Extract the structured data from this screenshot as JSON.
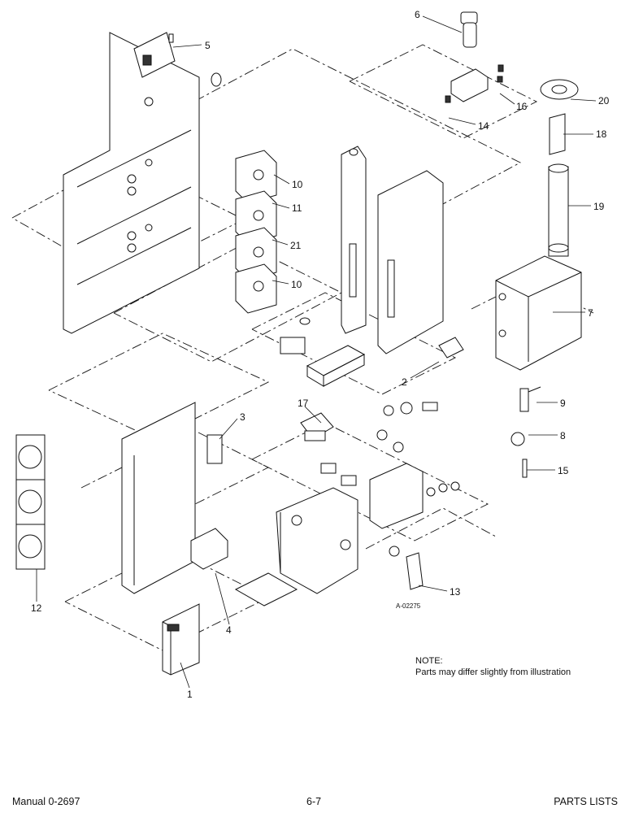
{
  "figure_id": "A-02275",
  "note": {
    "title": "NOTE:",
    "text": "Parts may differ slightly from illustration"
  },
  "callouts": [
    {
      "label": "1"
    },
    {
      "label": "2"
    },
    {
      "label": "3"
    },
    {
      "label": "4"
    },
    {
      "label": "5"
    },
    {
      "label": "6"
    },
    {
      "label": "7"
    },
    {
      "label": "8"
    },
    {
      "label": "9"
    },
    {
      "label": "10"
    },
    {
      "label": "10"
    },
    {
      "label": "11"
    },
    {
      "label": "12"
    },
    {
      "label": "13"
    },
    {
      "label": "14"
    },
    {
      "label": "15"
    },
    {
      "label": "16"
    },
    {
      "label": "17"
    },
    {
      "label": "18"
    },
    {
      "label": "19"
    },
    {
      "label": "20"
    },
    {
      "label": "21"
    }
  ],
  "footer": {
    "left": "Manual 0-2697",
    "center": "6-7",
    "right": "PARTS LISTS"
  }
}
